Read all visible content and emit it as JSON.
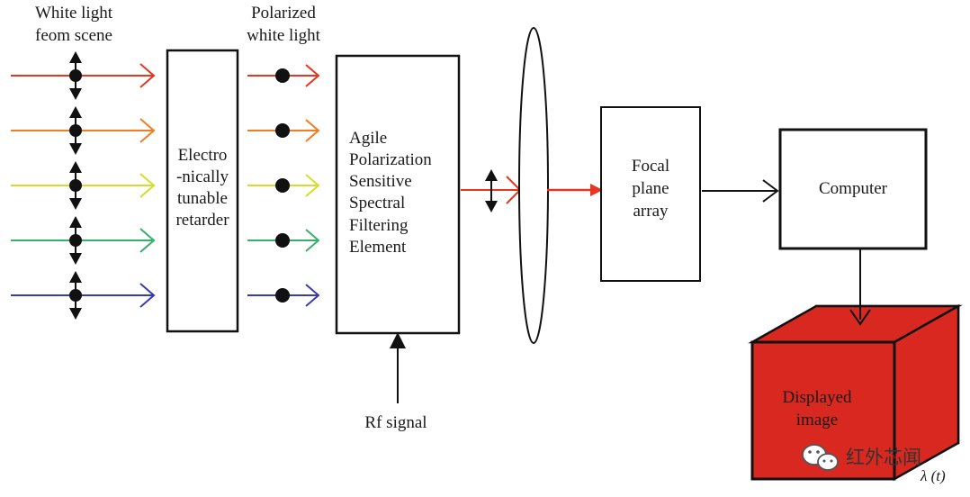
{
  "labels": {
    "input_light": [
      "White light",
      "feom scene"
    ],
    "polarized_light": [
      "Polarized",
      "white light"
    ],
    "retarder": [
      "Electro",
      "-nically",
      "tunable",
      "retarder"
    ],
    "filter": [
      "Agile",
      "Polarization",
      "Sensitive",
      "Spectral",
      "Filtering",
      "Element"
    ],
    "rf_signal": "Rf signal",
    "focal_plane": [
      "Focal",
      "plane",
      "array"
    ],
    "computer": "Computer",
    "display": [
      "Displayed",
      "image"
    ],
    "lambda": "λ (t)"
  },
  "watermark": {
    "text": "红外芯闻",
    "icon": "wechat-icon"
  },
  "colors": {
    "rays": [
      "#e8351f",
      "#f07d22",
      "#d4de2a",
      "#35b06a",
      "#3b3bb0"
    ],
    "cube": "#d9281f",
    "ink": "#111111"
  }
}
